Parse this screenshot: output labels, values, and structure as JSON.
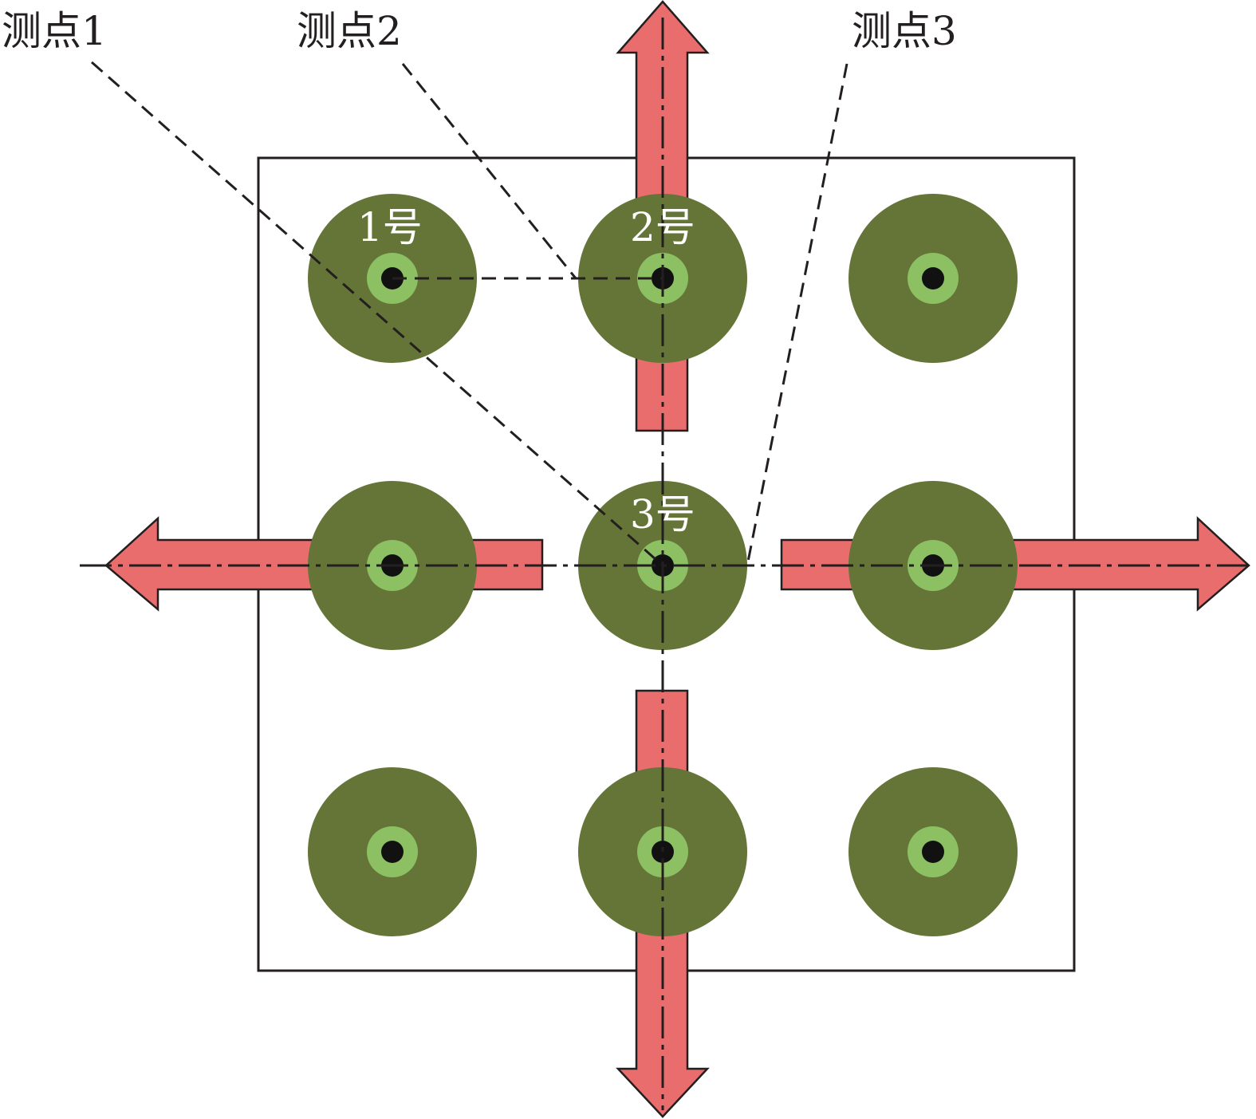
{
  "labels": {
    "measure_point_1": "测点1",
    "measure_point_2": "测点2",
    "measure_point_3": "测点3",
    "well_1": "1号",
    "well_2": "2号",
    "well_3": "3号"
  },
  "wells": [
    {
      "id": "well-r1c1"
    },
    {
      "id": "well-r1c2"
    },
    {
      "id": "well-r1c3"
    },
    {
      "id": "well-r2c1"
    },
    {
      "id": "well-r2c2"
    },
    {
      "id": "well-r2c3"
    },
    {
      "id": "well-r3c1"
    },
    {
      "id": "well-r3c2"
    },
    {
      "id": "well-r3c3"
    }
  ],
  "colors": {
    "outer_zone": "#647537",
    "inner_ring": "#8cc063",
    "core": "#111111",
    "arrow_fill": "#e96d6d",
    "outline": "#231f20",
    "background": "#ffffff"
  }
}
